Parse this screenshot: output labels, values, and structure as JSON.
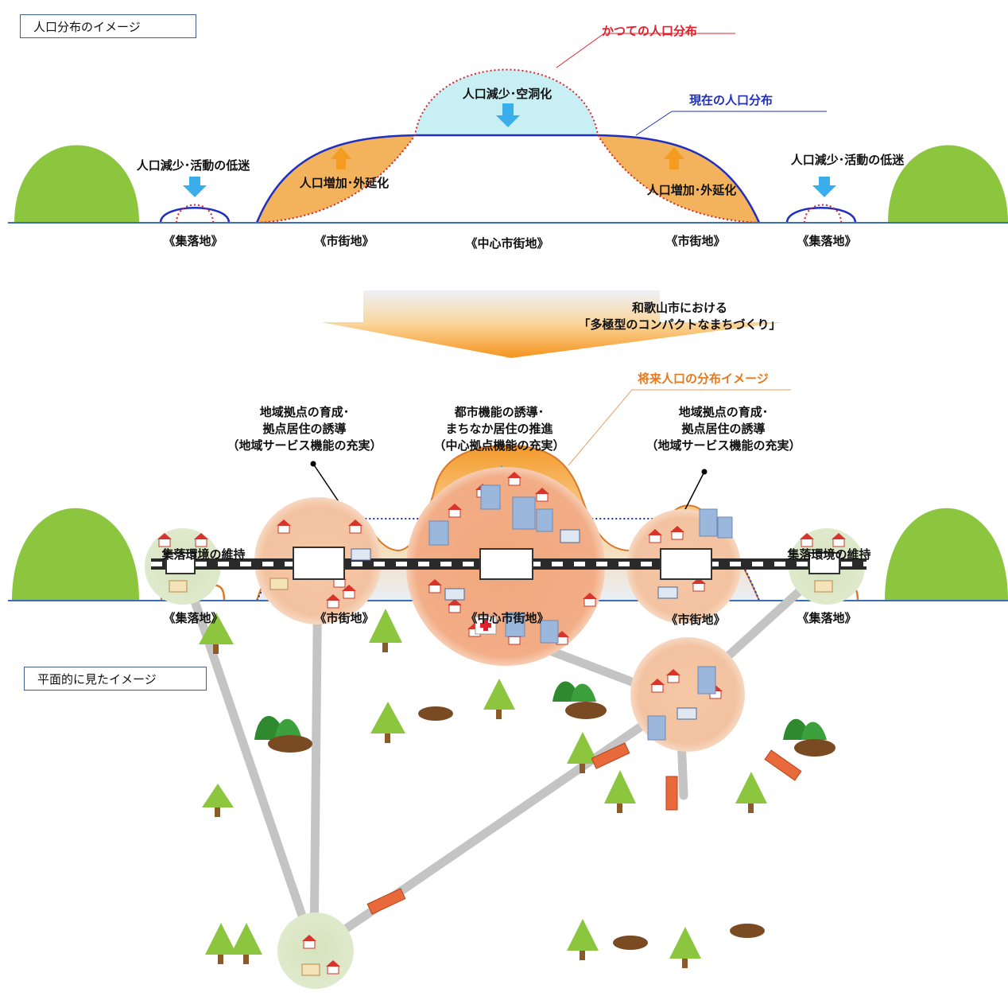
{
  "section1": {
    "title": "人口分布のイメージ",
    "legend_past": "かつての人口分布",
    "legend_current": "現在の人口分布",
    "center_label": "人口減少･空洞化",
    "settlement_label_left": "人口減少･活動の低迷",
    "settlement_label_right": "人口減少･活動の低迷",
    "urban_label_left": "人口増加･外延化",
    "urban_label_right": "人口増加･外延化",
    "axis": [
      "《集落地》",
      "《市街地》",
      "《中心市街地》",
      "《市街地》",
      "《集落地》"
    ]
  },
  "arrow": {
    "line1": "和歌山市における",
    "line2": "「多極型のコンパクトなまちづくり」"
  },
  "section2": {
    "legend_future": "将来人口の分布イメージ",
    "left_hub": [
      "地域拠点の育成･",
      "拠点居住の誘導",
      "（地域サービス機能の充実）"
    ],
    "center_hub": [
      "都市機能の誘導･",
      "まちなか居住の推進",
      "（中心拠点機能の充実）"
    ],
    "right_hub": [
      "地域拠点の育成･",
      "拠点居住の誘導",
      "（地域サービス機能の充実）"
    ],
    "settlement_left": "集落環境の維持",
    "settlement_right": "集落環境の維持",
    "axis": [
      "《集落地》",
      "《市街地》",
      "《中心市街地》",
      "《市街地》",
      "《集落地》"
    ]
  },
  "section3": {
    "title": "平面的に見たイメージ"
  },
  "colors": {
    "hill_green": "#8cc63f",
    "past_red": "#e0202a",
    "current_blue": "#1f2fc0",
    "urban_orange": "#f3b25c",
    "center_cyan": "#c8f0f4",
    "future_orange": "#d9792a",
    "arrow_blue": "#3aaeea",
    "arrow_orange": "#f39c1f"
  }
}
